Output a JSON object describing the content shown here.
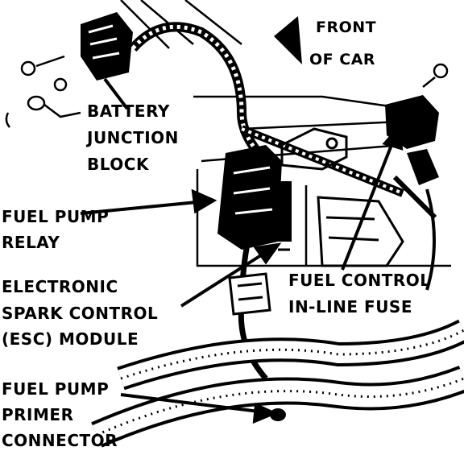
{
  "colors": {
    "ink": "#000000",
    "paper": "#ffffff"
  },
  "direction": {
    "line1": "FRONT",
    "line2": "OF CAR"
  },
  "labels": {
    "battery": {
      "line1": "BATTERY",
      "line2": "JUNCTION",
      "line3": "BLOCK"
    },
    "relay": {
      "line1": "FUEL PUMP",
      "line2": "RELAY"
    },
    "esc": {
      "line1": "ELECTRONIC",
      "line2": "SPARK CONTROL",
      "line3": "(ESC) MODULE"
    },
    "fuse": {
      "line1": "FUEL CONTROL",
      "line2": "IN-LINE FUSE"
    },
    "primer": {
      "line1": "FUEL PUMP",
      "line2": "PRIMER",
      "line3": "CONNECTOR"
    }
  }
}
